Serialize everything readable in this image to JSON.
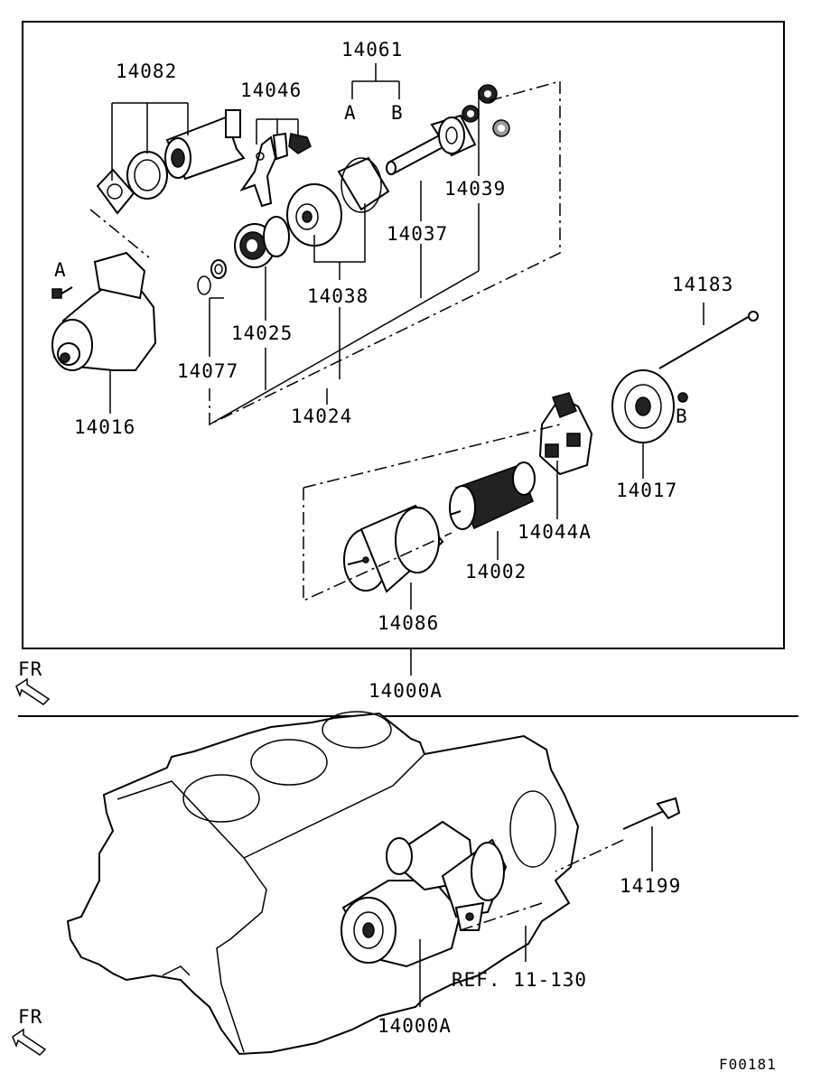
{
  "upper_diagram": {
    "labels": {
      "p14082": "14082",
      "p14046": "14046",
      "p14061": "14061",
      "p14061_a": "A",
      "p14061_b": "B",
      "p14039": "14039",
      "p14037": "14037",
      "p14038": "14038",
      "p14025": "14025",
      "p14077": "14077",
      "p14024": "14024",
      "p14016": "14016",
      "p14016_a": "A",
      "p14183": "14183",
      "p14017": "14017",
      "p14017_b": "B",
      "p14044a": "14044A",
      "p14002": "14002",
      "p14086": "14086"
    },
    "assembly_label": "14000A",
    "direction_label": "FR"
  },
  "lower_diagram": {
    "labels": {
      "p14199": "14199",
      "ref": "REF. 11-130",
      "assembly": "14000A"
    },
    "direction_label": "FR",
    "figure_code": "F00181"
  }
}
